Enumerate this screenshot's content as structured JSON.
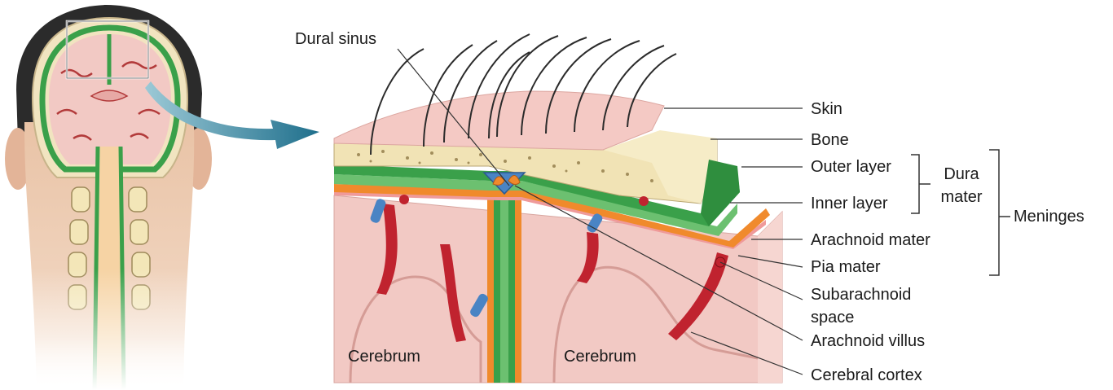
{
  "labels": {
    "dural_sinus": "Dural sinus",
    "skin": "Skin",
    "bone": "Bone",
    "outer_layer": "Outer layer",
    "inner_layer": "Inner layer",
    "dura": "Dura",
    "mater": "mater",
    "meninges": "Meninges",
    "arachnoid_mater": "Arachnoid mater",
    "pia_mater": "Pia mater",
    "subarachnoid_1": "Subarachnoid",
    "subarachnoid_2": "space",
    "arachnoid_villus": "Arachnoid villus",
    "cerebral_cortex": "Cerebral cortex",
    "cerebrum_left": "Cerebrum",
    "cerebrum_right": "Cerebrum"
  },
  "colors": {
    "skin": "#f4c9c4",
    "bone": "#f3e6b8",
    "dura": "#3aa04a",
    "arachnoid": "#f08a2c",
    "brain": "#f2c9c4",
    "sulcus": "#c0232f",
    "vein": "#4a84c4",
    "arrow": "#2f7f9a"
  }
}
